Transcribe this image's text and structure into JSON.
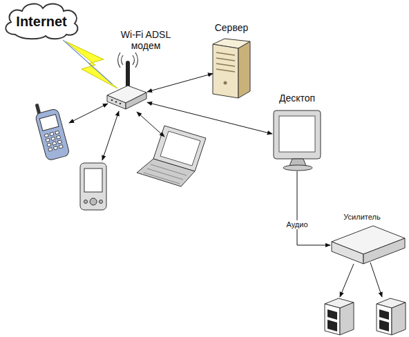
{
  "diagram": {
    "nodes": [
      {
        "text": [
          "Internet"
        ]
      },
      {
        "text": [
          "Wi-Fi ADSL модем"
        ]
      },
      {
        "text": [
          "Сервер"
        ]
      },
      {
        "text": [
          "Десктоп"
        ]
      },
      {
        "text": [
          "Усилитель"
        ]
      }
    ],
    "edges": [
      {
        "from": 0,
        "to": 1,
        "arrow": "none"
      },
      {
        "from": 1,
        "to": 2,
        "arrow": "both"
      },
      {
        "from": 1,
        "to": 3,
        "arrow": "both"
      },
      {
        "from": 3,
        "to": 4,
        "label": "Аудио",
        "arrow": "to"
      }
    ]
  }
}
